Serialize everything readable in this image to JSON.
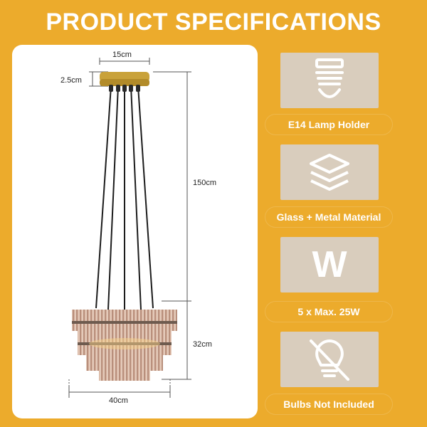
{
  "header": {
    "title": "PRODUCT SPECIFICATIONS"
  },
  "dimensions": {
    "canopy_width": "15cm",
    "canopy_height": "2.5cm",
    "cable_length": "150cm",
    "body_height": "32cm",
    "body_width": "40cm"
  },
  "features": [
    {
      "icon": "light-bulb-base-icon",
      "label": "E14 Lamp Holder"
    },
    {
      "icon": "layers-icon",
      "label": "Glass + Metal Material"
    },
    {
      "icon": "wattage-w-icon",
      "symbol": "W",
      "label": "5 x Max. 25W"
    },
    {
      "icon": "bulb-crossed-out-icon",
      "label": "Bulbs Not Included"
    }
  ],
  "colors": {
    "accent": "#ecab2c",
    "card": "#d9cdbd",
    "panel": "#ffffff",
    "gold_canopy": "#c9a23a",
    "glass": "#caa28f"
  }
}
